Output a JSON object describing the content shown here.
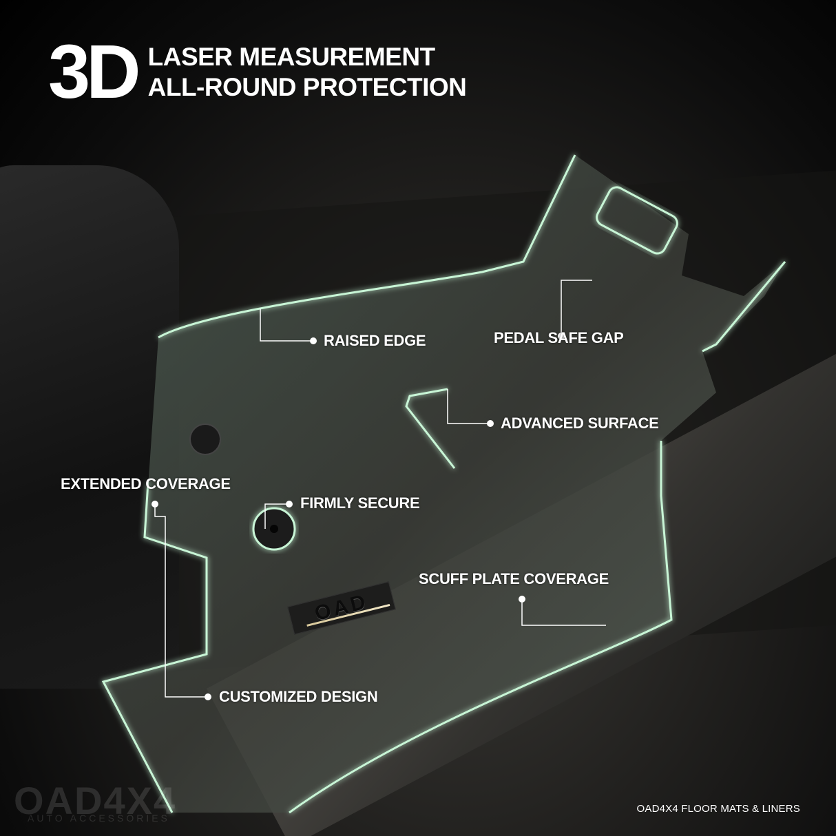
{
  "header": {
    "big": "3D",
    "line1": "LASER MEASUREMENT",
    "line2": "ALL-ROUND PROTECTION"
  },
  "callouts": [
    {
      "id": "raised-edge",
      "text": "RAISED EDGE"
    },
    {
      "id": "pedal-safe-gap",
      "text": "PEDAL SAFE GAP"
    },
    {
      "id": "advanced-surface",
      "text": "ADVANCED SURFACE"
    },
    {
      "id": "extended-coverage",
      "text": "EXTENDED COVERAGE"
    },
    {
      "id": "firmly-secure",
      "text": "FIRMLY SECURE"
    },
    {
      "id": "scuff-plate-coverage",
      "text": "SCUFF PLATE COVERAGE"
    },
    {
      "id": "customized-design",
      "text": "CUSTOMIZED DESIGN"
    }
  ],
  "badge": "OAD",
  "watermark": {
    "logo": "OAD4X4",
    "sub": "AUTO ACCESSORIES"
  },
  "footer": "OAD4X4 FLOOR MATS & LINERS",
  "colors": {
    "outline": "#bff0cf",
    "glow": "#3ddc84",
    "text": "#ffffff",
    "background": "#000000"
  }
}
